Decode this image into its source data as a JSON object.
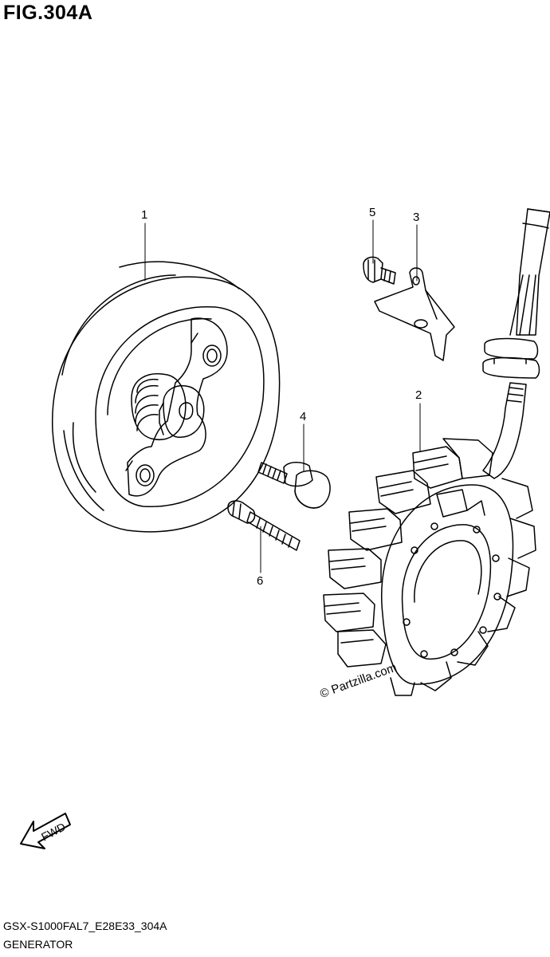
{
  "figure": {
    "title": "FIG.304A",
    "code": "GSX-S1000FAL7_E28E33_304A",
    "name": "GENERATOR"
  },
  "callouts": {
    "part1": "1",
    "part2": "2",
    "part3": "3",
    "part4": "4",
    "part5": "5",
    "part6": "6"
  },
  "fwd_label": "FWD",
  "watermark": "© Partzilla.com"
}
